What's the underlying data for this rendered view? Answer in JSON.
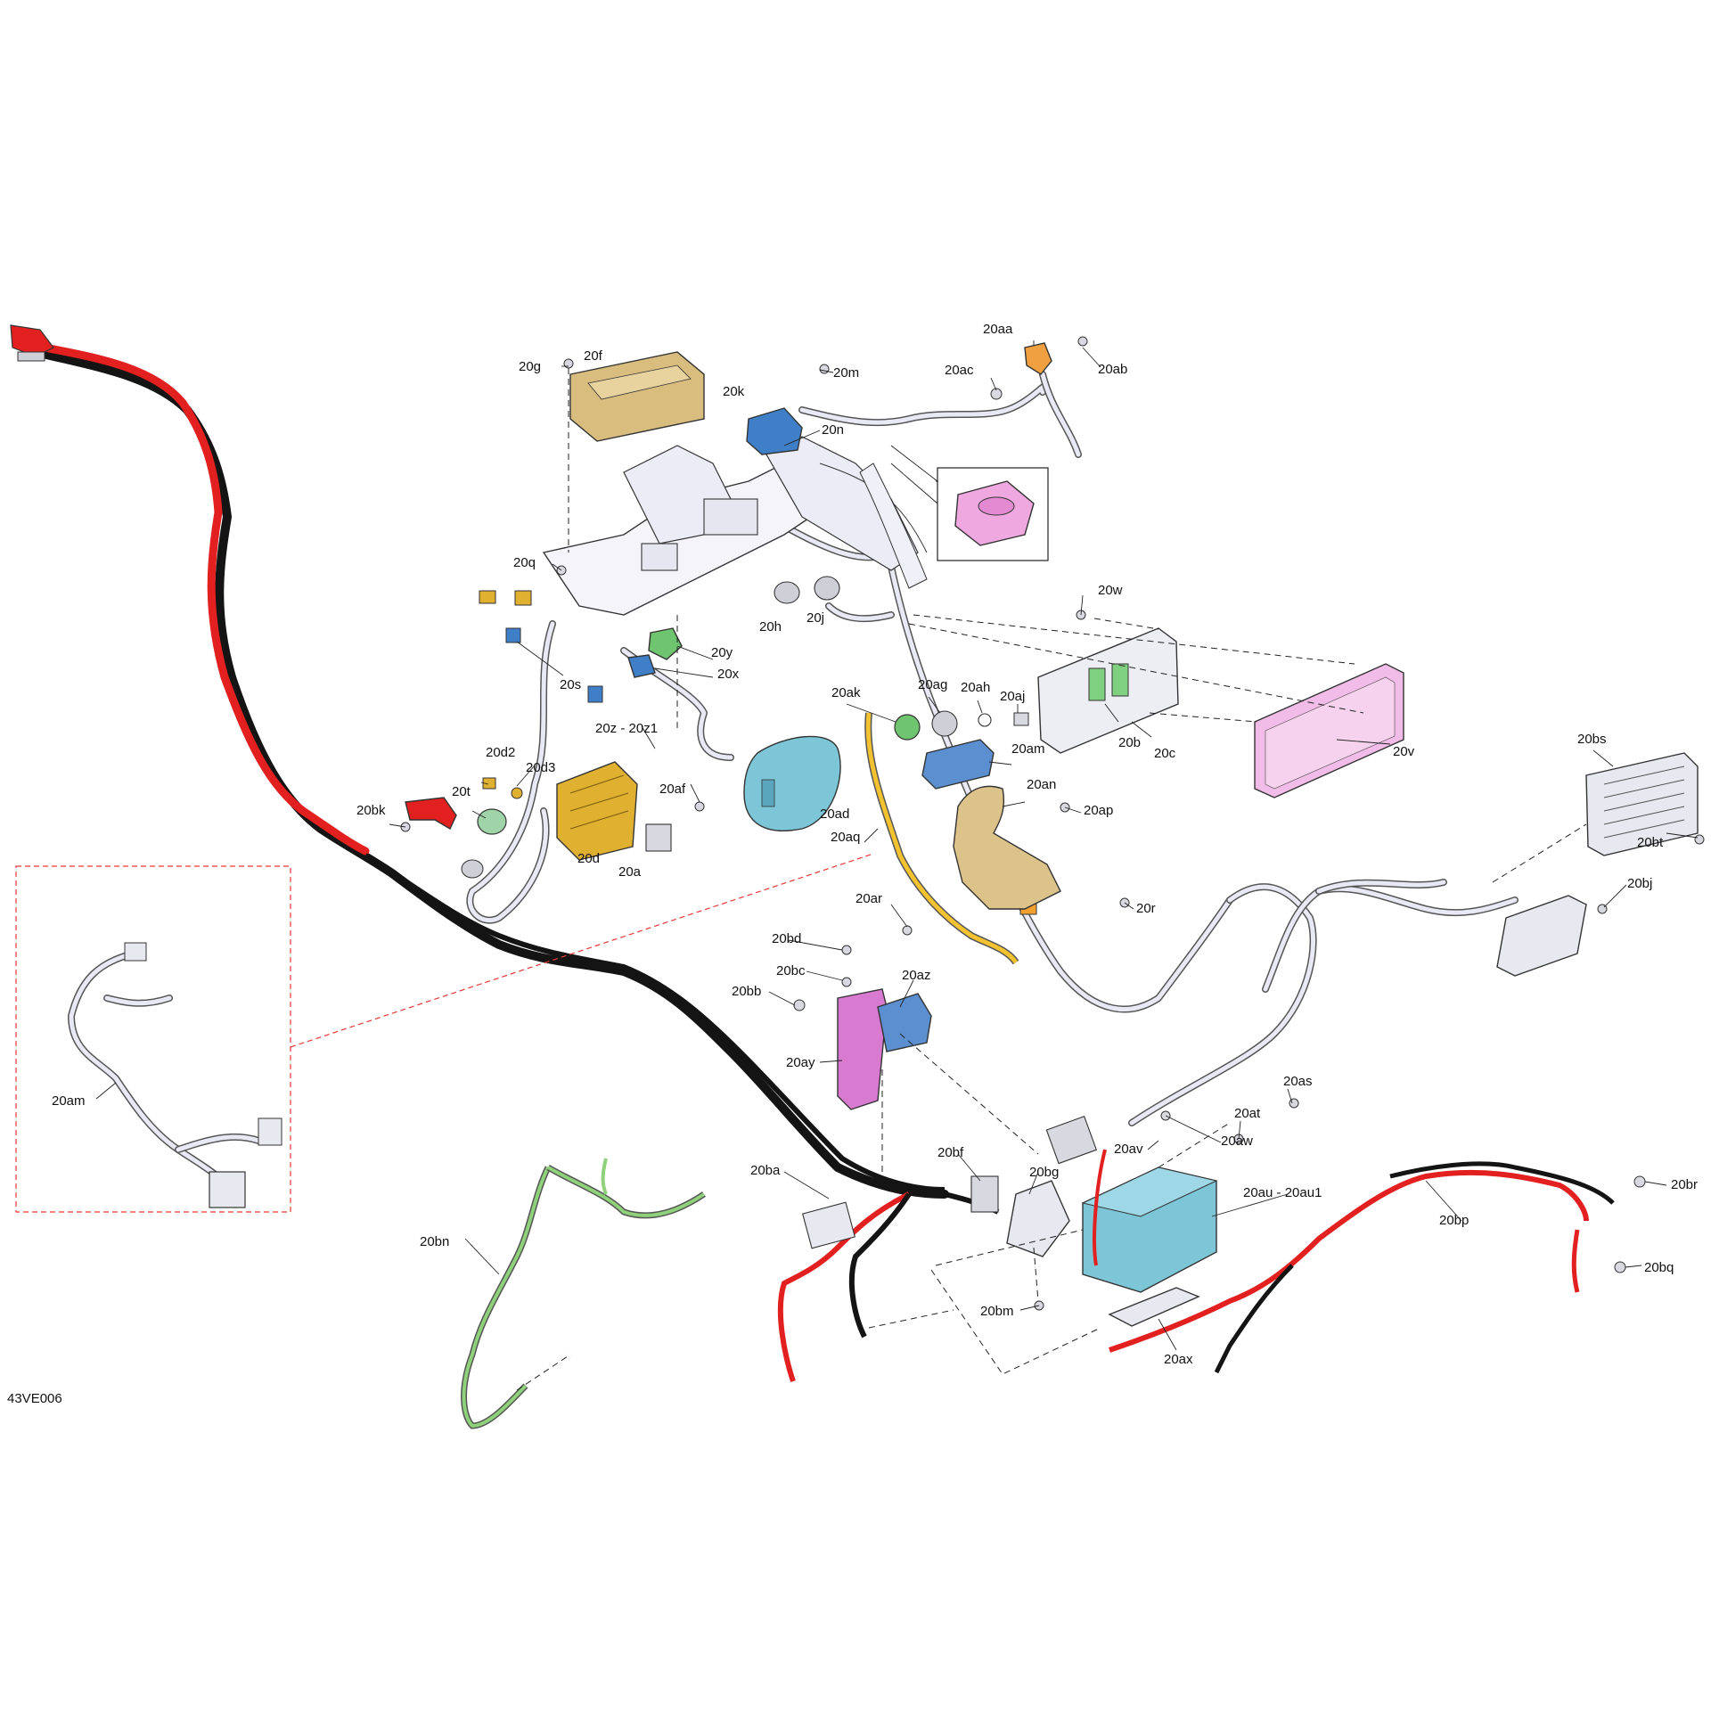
{
  "figure_code": "43VE006",
  "labels": {
    "l20g": "20g",
    "l20f": "20f",
    "l20k": "20k",
    "l20m": "20m",
    "l20n": "20n",
    "l20aa": "20aa",
    "l20ab": "20ab",
    "l20ac": "20ac",
    "l20q": "20q",
    "l20h": "20h",
    "l20j": "20j",
    "l20y": "20y",
    "l20x": "20x",
    "l20s": "20s",
    "l20z": "20z - 20z1",
    "l20d2": "20d2",
    "l20d3": "20d3",
    "l20t": "20t",
    "l20d": "20d",
    "l20a": "20a",
    "l20af": "20af",
    "l20ad": "20ad",
    "l20bk": "20bk",
    "l20w": "20w",
    "l20ak": "20ak",
    "l20ag": "20ag",
    "l20ah": "20ah",
    "l20aj": "20aj",
    "l20am_top": "20am",
    "l20b": "20b",
    "l20c": "20c",
    "l20v": "20v",
    "l20an": "20an",
    "l20ap": "20ap",
    "l20aq": "20aq",
    "l20ar": "20ar",
    "l20r": "20r",
    "l20bs": "20bs",
    "l20bt": "20bt",
    "l20bj": "20bj",
    "l20bd": "20bd",
    "l20bc": "20bc",
    "l20bb": "20bb",
    "l20az": "20az",
    "l20ay": "20ay",
    "l20am_inset": "20am",
    "l20as": "20as",
    "l20at": "20at",
    "l20aw": "20aw",
    "l20av": "20av",
    "l20bf": "20bf",
    "l20bg": "20bg",
    "l20au": "20au - 20au1",
    "l20br": "20br",
    "l20bp": "20bp",
    "l20bq": "20bq",
    "l20ba": "20ba",
    "l20bn": "20bn",
    "l20bm": "20bm",
    "l20ax": "20ax"
  },
  "colors": {
    "red_cable": "#e32020",
    "black_cable": "#141414",
    "green_harness": "#8fd17a",
    "yellow_harness": "#f2c230",
    "tan_part": "#d9bd7e",
    "blue_part": "#3f7fc8",
    "cyan_part": "#7cc6d8",
    "pink_part": "#f0a8e0",
    "magenta_part": "#d77ad0",
    "green_part": "#6fc46f",
    "orange_part": "#f0a040",
    "leader_red": "#e53935"
  }
}
